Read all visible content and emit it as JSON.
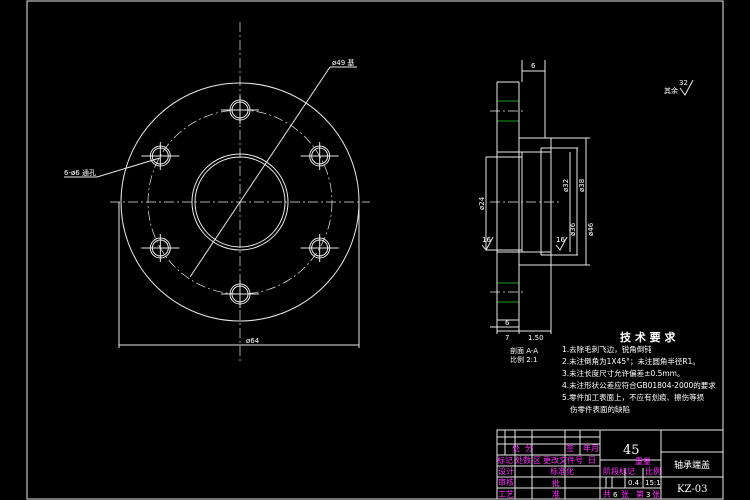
{
  "front_view": {
    "outer_dia": "ø64",
    "bolt_circle": "ø49 基",
    "holes": "6-ø6 通孔"
  },
  "section_view": {
    "top_dim": "6",
    "bore_dim": "ø24",
    "right_dims": [
      "ø46",
      "ø38",
      "ø36",
      "ø32"
    ],
    "bottom_dims": [
      "6",
      "7",
      "1.50"
    ],
    "roughness": [
      "16",
      "16"
    ],
    "label_line1": "剖面 A-A",
    "label_line2": "比例 2:1"
  },
  "roughness_other": {
    "prefix": "其余",
    "value": "32"
  },
  "tech_requirements": {
    "title": "技 术 要 求",
    "items": [
      "1.去除毛刺飞边，锐角倒钝",
      "2.未注倒角为1X45°；未注圆角半径R1。",
      "3.未注长度尺寸允许偏差±0.5mm。",
      "4.未注形状公差应符合GB01804-2000的要求",
      "5.零件加工表面上，不应有划痕、擦伤等损",
      "  伤零件表面的缺陷"
    ]
  },
  "title_block": {
    "material": "45",
    "part_name": "轴承端盖",
    "drawing_no": "KZ-03",
    "weight": "0.4",
    "scale": "15:1",
    "labels": {
      "chu": "处",
      "fen": "分",
      "qian": "签",
      "nianyue": "年月",
      "biaoji": "标记",
      "chushu": "处数",
      "qu": "区",
      "genggai": "更改文件号",
      "qianming": "名",
      "ri": "日",
      "sheji": "设计",
      "biaozhunhua": "标准化",
      "shenhe": "审核",
      "gongyi": "工艺",
      "pi": "批",
      "zhun": "准",
      "jieduan": "阶段标记",
      "zhongliang": "重量",
      "bili": "比例",
      "gong": "共",
      "zhang1": "张",
      "di": "第",
      "zhang2": "张"
    },
    "sheets_total": "6",
    "sheet_no": "3"
  },
  "colors": {
    "background": "#000000",
    "lines": "#e8e8e8",
    "hatch": "#22c02a",
    "title_text": "#ff30ff"
  }
}
